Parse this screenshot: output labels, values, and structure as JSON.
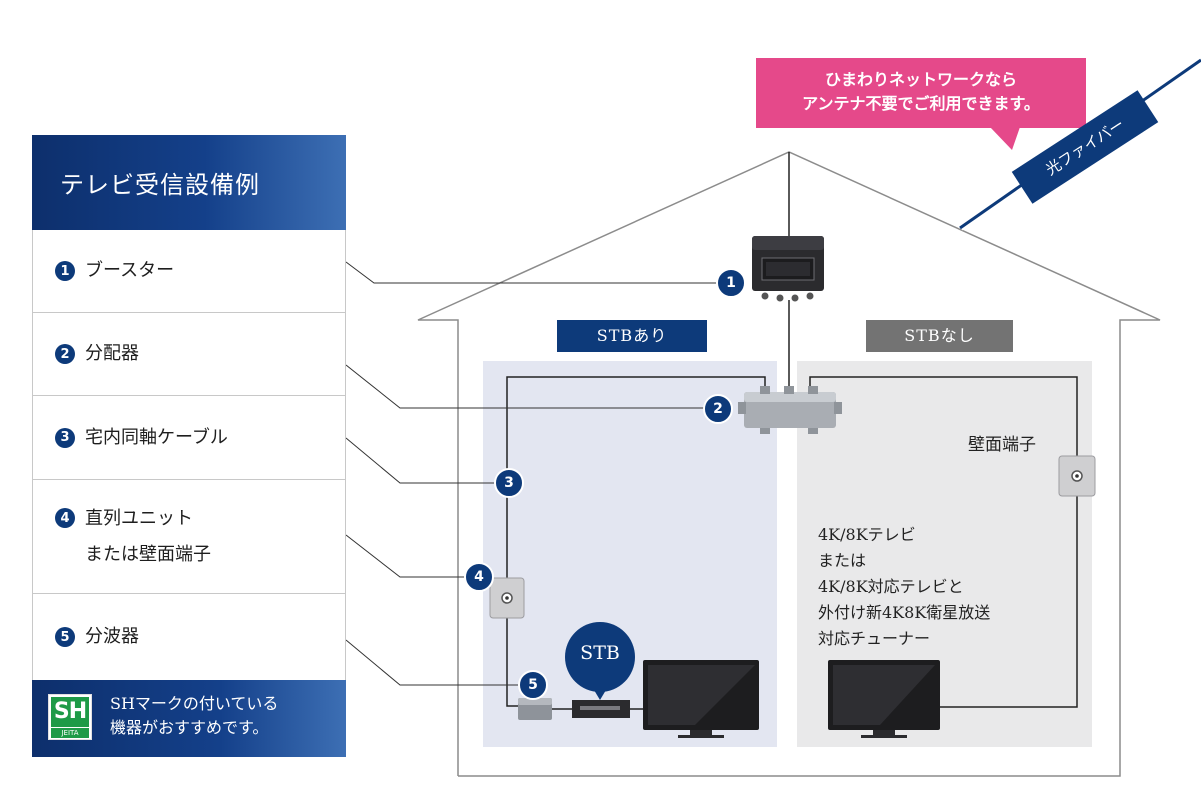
{
  "legend": {
    "title": "テレビ受信設備例",
    "items": [
      {
        "num": "1",
        "label": "ブースター",
        "label2": ""
      },
      {
        "num": "2",
        "label": "分配器",
        "label2": ""
      },
      {
        "num": "3",
        "label": "宅内同軸ケーブル",
        "label2": ""
      },
      {
        "num": "4",
        "label": "直列ユニット",
        "label2": "または壁面端子"
      },
      {
        "num": "5",
        "label": "分波器",
        "label2": ""
      }
    ],
    "sh_logo": {
      "main": "SH",
      "sub": "JEITA"
    },
    "sh_note": [
      "SHマークの付いている",
      "機器がおすすめです。"
    ]
  },
  "bubble": {
    "lines": [
      "ひまわりネットワークなら",
      "アンテナ不要でご利用できます。"
    ]
  },
  "fiber": {
    "label": "光ファイバー"
  },
  "rooms": {
    "with_stb": {
      "label": "STBあり",
      "device": "STB"
    },
    "without_stb": {
      "label": "STBなし",
      "wall_terminal": "壁面端子",
      "tv_description": [
        "4K/8Kテレビ",
        "または",
        "4K/8K対応テレビと",
        "外付け新4K8K衛星放送",
        "対応チューナー"
      ]
    }
  },
  "callouts": [
    "1",
    "2",
    "3",
    "4",
    "5"
  ],
  "colors": {
    "navy": "#0d3a7a",
    "pink": "#e5498a",
    "gray_badge": "#737373",
    "room_left": "#e3e6f1",
    "room_right": "#e9e9ea",
    "sh_green": "#1e9a47"
  }
}
